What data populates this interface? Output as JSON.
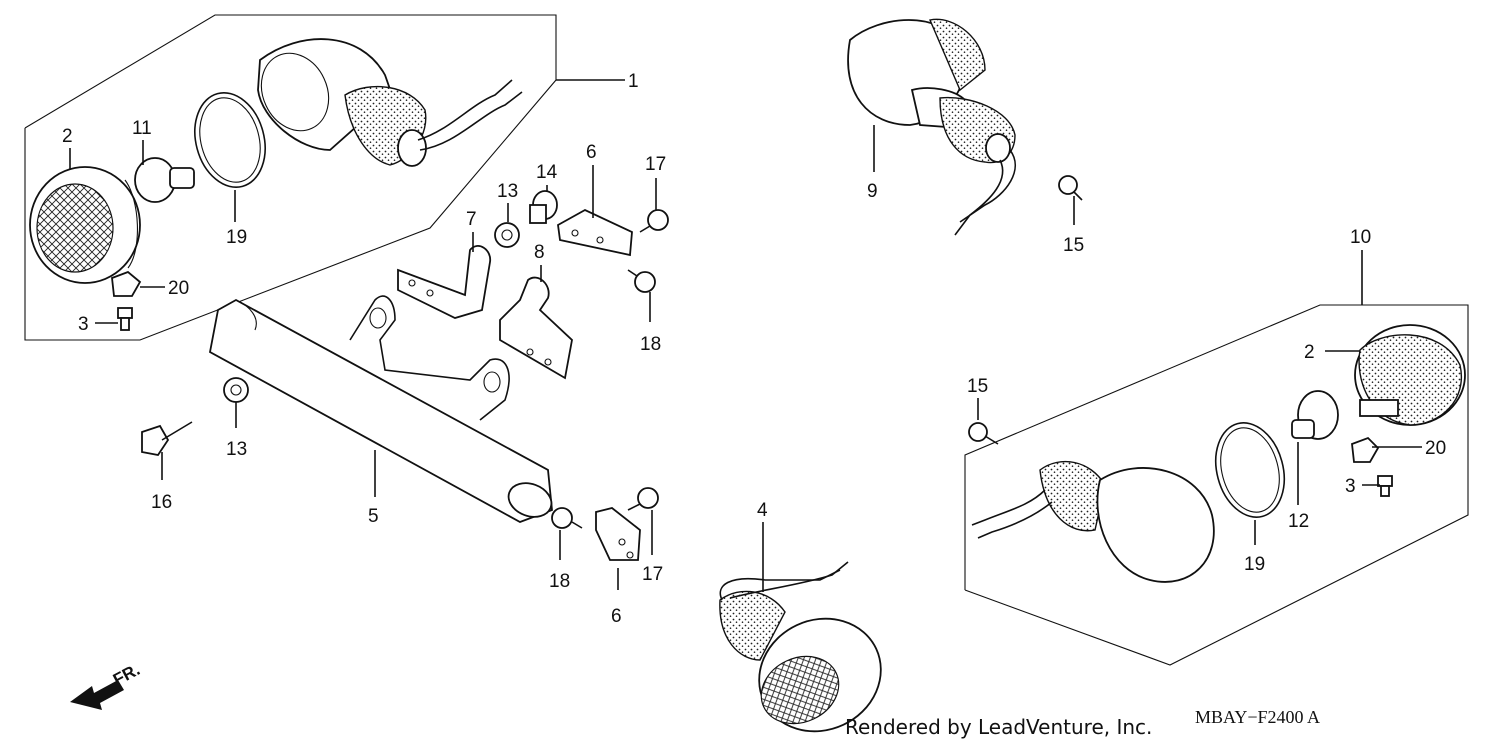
{
  "diagram": {
    "labels": {
      "l1": "1",
      "l2a": "2",
      "l2b": "2",
      "l3a": "3",
      "l3b": "3",
      "l4": "4",
      "l5": "5",
      "l6a": "6",
      "l6b": "6",
      "l7": "7",
      "l8": "8",
      "l9": "9",
      "l10": "10",
      "l11": "11",
      "l12": "12",
      "l13a": "13",
      "l13b": "13",
      "l14": "14",
      "l15a": "15",
      "l15b": "15",
      "l16": "16",
      "l17a": "17",
      "l17b": "17",
      "l18a": "18",
      "l18b": "18",
      "l19a": "19",
      "l19b": "19",
      "l20a": "20",
      "l20b": "20"
    },
    "front_marker": "FR.",
    "credit": "Rendered by LeadVenture, Inc.",
    "diagram_code": "MBAY−F2400 A"
  }
}
